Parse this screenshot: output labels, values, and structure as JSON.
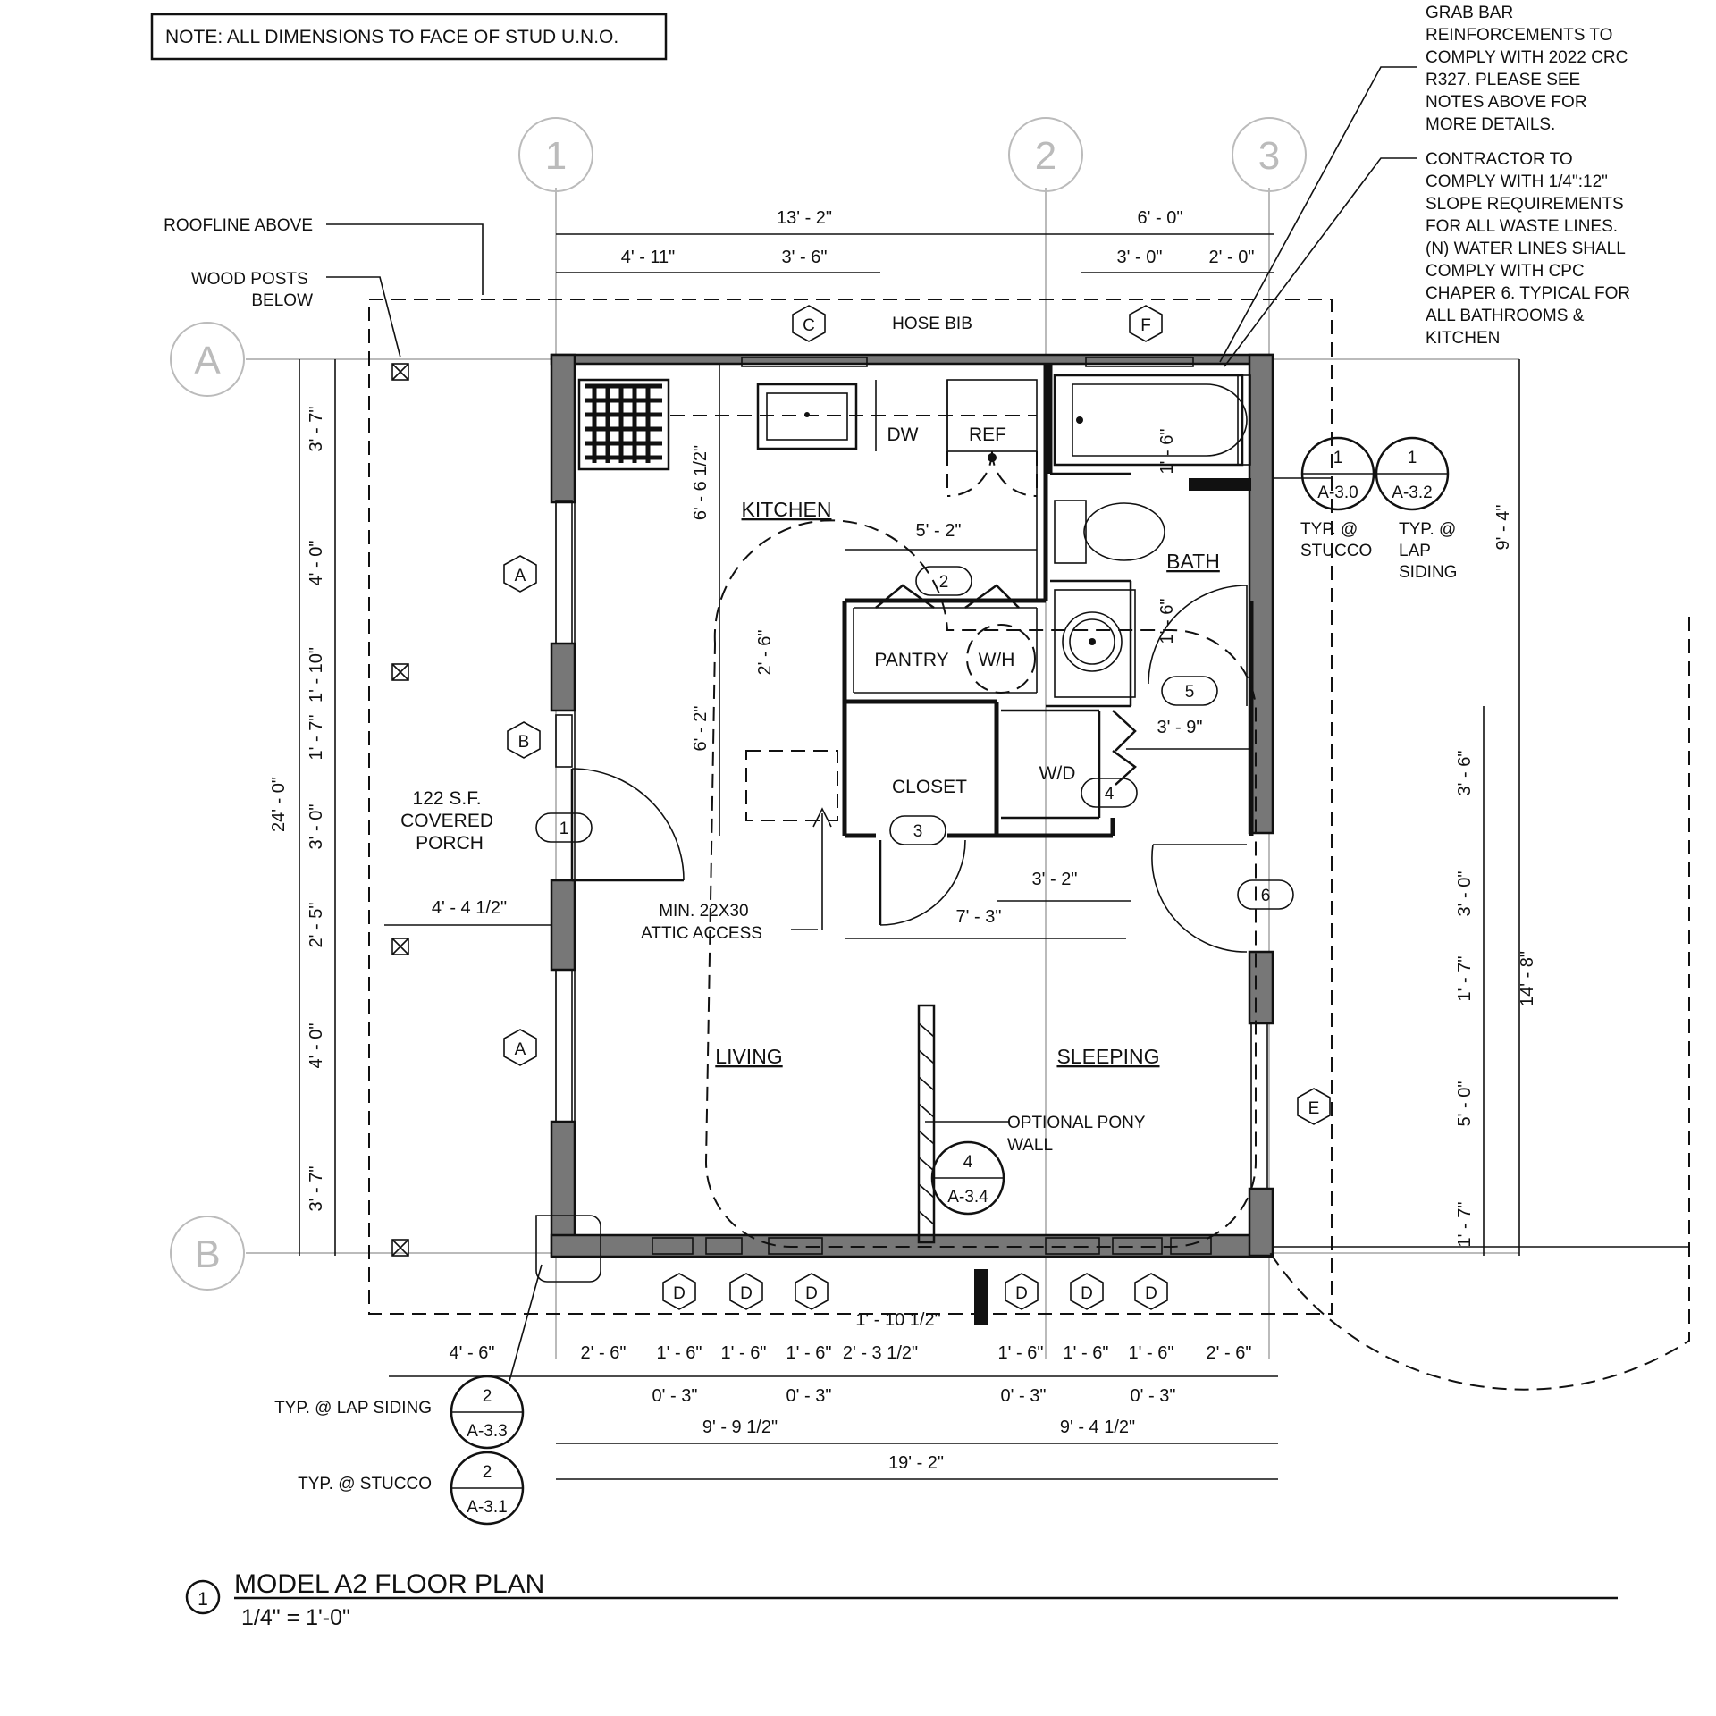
{
  "note": "NOTE:  ALL DIMENSIONS TO FACE OF STUD U.N.O.",
  "callouts": {
    "grab_bar": [
      "GRAB BAR",
      "REINFORCEMENTS TO",
      "COMPLY WITH 2022 CRC",
      "R327. PLEASE SEE",
      "NOTES ABOVE FOR",
      "MORE DETAILS."
    ],
    "contractor": [
      "CONTRACTOR TO",
      "COMPLY WITH 1/4\":12\"",
      "SLOPE REQUIREMENTS",
      "FOR ALL WASTE LINES.",
      "(N) WATER LINES SHALL",
      "COMPLY WITH CPC",
      "CHAPER 6. TYPICAL FOR",
      "ALL BATHROOMS &",
      "KITCHEN"
    ],
    "roofline": "ROOFLINE ABOVE",
    "wood_posts": [
      "WOOD POSTS",
      "BELOW"
    ],
    "hose_bib": "HOSE BIB",
    "attic": [
      "MIN. 22X30",
      "ATTIC ACCESS"
    ],
    "pony_wall": [
      "OPTIONAL PONY",
      "WALL"
    ],
    "porch": [
      "122 S.F.",
      "COVERED",
      "PORCH"
    ],
    "typ_stucco": "TYP. @ STUCCO",
    "typ_lap": "TYP. @ LAP SIDING",
    "typ_stucco_right": [
      "TYP. @",
      "STUCCO"
    ],
    "typ_lap_right": [
      "TYP. @",
      "LAP",
      "SIDING"
    ]
  },
  "grid": {
    "cols": [
      "1",
      "2",
      "3"
    ],
    "rows": [
      "A",
      "B"
    ]
  },
  "rooms": {
    "kitchen": "KITCHEN",
    "bath": "BATH",
    "pantry": "PANTRY",
    "wh": "W/H",
    "closet": "CLOSET",
    "wd": "W/D",
    "living": "LIVING",
    "sleeping": "SLEEPING",
    "dw": "DW",
    "ref": "REF"
  },
  "door_tags": [
    "1",
    "2",
    "3",
    "4",
    "5",
    "6"
  ],
  "window_tags": {
    "a": "A",
    "b": "B",
    "c": "C",
    "d": "D",
    "e": "E",
    "f": "F"
  },
  "section_refs": {
    "r1": {
      "num": "1",
      "sheet": "A-3.0"
    },
    "r2": {
      "num": "1",
      "sheet": "A-3.2"
    },
    "r3": {
      "num": "2",
      "sheet": "A-3.3"
    },
    "r4": {
      "num": "2",
      "sheet": "A-3.1"
    },
    "r5": {
      "num": "4",
      "sheet": "A-3.4"
    }
  },
  "dims": {
    "top_overall_left": "13' - 2\"",
    "top_overall_right": "6' - 0\"",
    "top_a": "4' - 11\"",
    "top_b": "3' - 6\"",
    "top_c": "3' - 0\"",
    "top_d": "2' - 0\"",
    "left_overall": "24' - 0\"",
    "left_1": "3' - 7\"",
    "left_2": "4' - 0\"",
    "left_3": "1' - 10\"",
    "left_4": "1' - 7\"",
    "left_5": "3' - 0\"",
    "left_6": "2' - 5\"",
    "left_7": "4' - 0\"",
    "left_8": "3' - 7\"",
    "right_overall": "9' - 4\"",
    "right_2": "14' - 8\"",
    "right_a": "3' - 6\"",
    "right_b": "3' - 0\"",
    "right_c": "1' - 7\"",
    "right_d": "5' - 0\"",
    "right_e": "1' - 7\"",
    "kitchen_h": "6' - 6 1/2\"",
    "kitchen_w": "5' - 2\"",
    "pantry_h": "2' - 6\"",
    "living_h": "6' - 2\"",
    "bath_a": "1' - 6\"",
    "bath_b": "1' - 6\"",
    "bath_w": "3' - 9\"",
    "closet_w": "3' - 2\"",
    "core_w": "7' - 3\"",
    "porch_w": "4' - 4 1/2\"",
    "pony": "1' - 10 1/2\"",
    "bot_porch": "4' - 6\"",
    "bot_1": "2' - 6\"",
    "bot_2": "1' - 6\"",
    "bot_3": "1' - 6\"",
    "bot_4": "1' - 6\"",
    "bot_5": "2' - 3 1/2\"",
    "bot_6": "1' - 6\"",
    "bot_7": "1' - 6\"",
    "bot_8": "1' - 6\"",
    "bot_9": "2' - 6\"",
    "bot_s1": "0' - 3\"",
    "bot_s2": "0' - 3\"",
    "bot_s3": "0' - 3\"",
    "bot_s4": "0' - 3\"",
    "bot_left": "9' - 9 1/2\"",
    "bot_right": "9' - 4 1/2\"",
    "bot_overall": "19' - 2\""
  },
  "title": {
    "num": "1",
    "name": "MODEL A2 FLOOR PLAN",
    "scale": "1/4\" = 1'-0\""
  }
}
